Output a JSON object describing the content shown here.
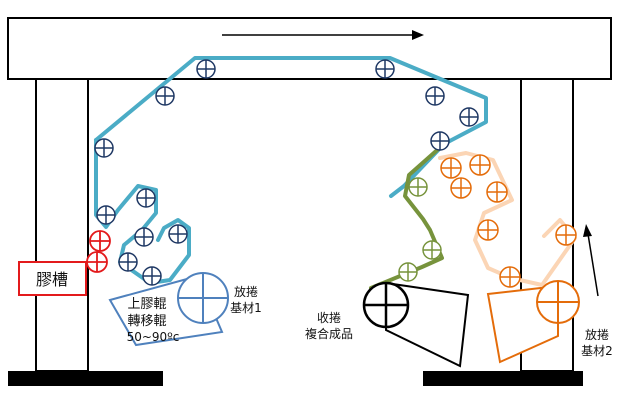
{
  "labels": {
    "glue_tank": "膠槽",
    "top_roller_line1": "上膠輥",
    "top_roller_line2": "轉移輥",
    "top_roller_line3": "50~90ºc",
    "unwind1_line1": "放捲",
    "unwind1_line2": "基材1",
    "rewind_line1": "收捲",
    "rewind_line2": "複合成品",
    "unwind2_line1": "放捲",
    "unwind2_line2": "基材2"
  },
  "colors": {
    "web_blue": "#4bacc6",
    "roller_navy": "#1f3864",
    "glue_red": "#e31a1c",
    "web_green": "#77933c",
    "roller_orange": "#e46c0a",
    "web_peach": "#fbd5b5",
    "roller_blue": "#4f81bd",
    "frame_black": "#000000"
  }
}
